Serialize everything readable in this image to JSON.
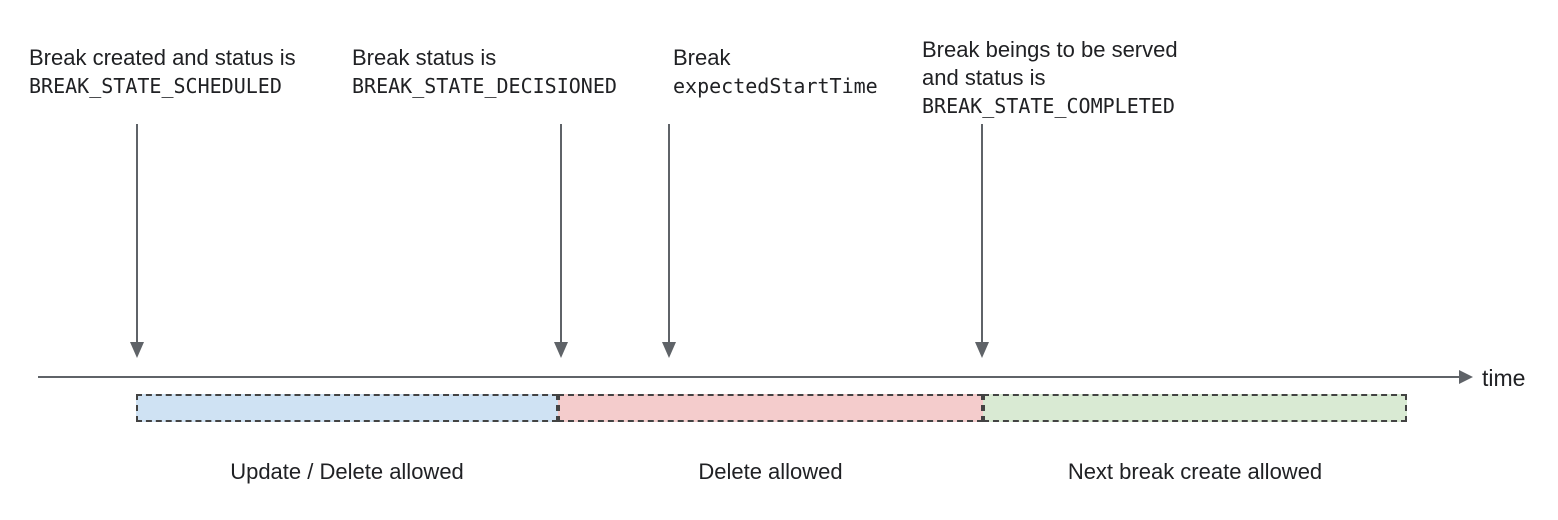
{
  "annotations": [
    {
      "line1": "Break created and status is",
      "code": "BREAK_STATE_SCHEDULED"
    },
    {
      "line1": "Break status is",
      "code": "BREAK_STATE_DECISIONED"
    },
    {
      "line1": "Break",
      "code": "expectedStartTime"
    },
    {
      "line1": "Break beings to be served",
      "line2": "and status is",
      "code": "BREAK_STATE_COMPLETED"
    }
  ],
  "timeline": {
    "axis_label": "time"
  },
  "segments": [
    {
      "label": "Update / Delete allowed",
      "color": "#cfe2f3"
    },
    {
      "label": "Delete allowed",
      "color": "#f4cccc"
    },
    {
      "label": "Next break create allowed",
      "color": "#d9ead3"
    }
  ],
  "colors": {
    "text": "#202124",
    "arrow": "#5f6368",
    "segment_border": "#434343"
  }
}
